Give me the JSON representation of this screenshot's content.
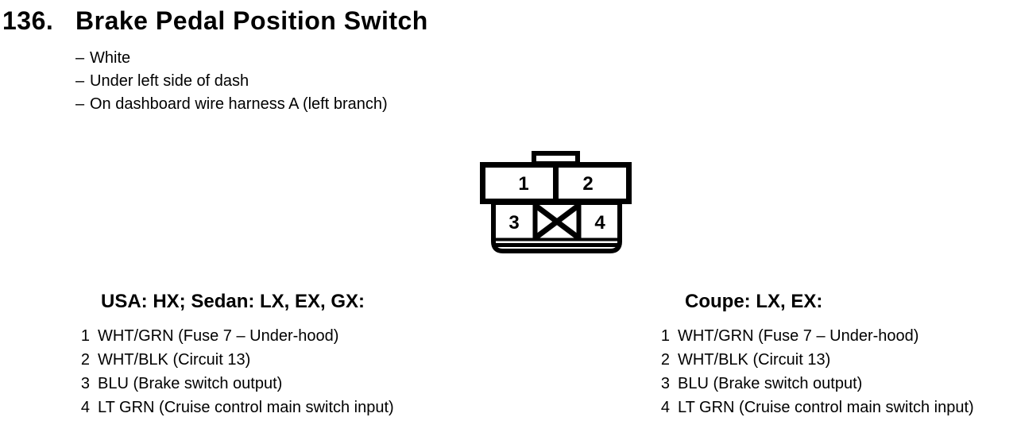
{
  "colors": {
    "ink": "#000000",
    "paper": "#ffffff"
  },
  "section": {
    "number": "136.",
    "title": "Brake Pedal Position Switch",
    "bullet_dash": "–",
    "notes": [
      "White",
      "Under left side of dash",
      "On dashboard wire harness A (left branch)"
    ]
  },
  "connector": {
    "pins": [
      "1",
      "2",
      "3",
      "4"
    ]
  },
  "pinouts": [
    {
      "header": "USA: HX; Sedan: LX, EX, GX:",
      "rows": [
        {
          "pin": "1",
          "desc": "WHT/GRN (Fuse 7 – Under-hood)"
        },
        {
          "pin": "2",
          "desc": "WHT/BLK (Circuit 13)"
        },
        {
          "pin": "3",
          "desc": "BLU (Brake switch output)"
        },
        {
          "pin": "4",
          "desc": "LT GRN (Cruise control main switch input)"
        }
      ]
    },
    {
      "header": "Coupe: LX, EX:",
      "rows": [
        {
          "pin": "1",
          "desc": "WHT/GRN (Fuse 7 – Under-hood)"
        },
        {
          "pin": "2",
          "desc": "WHT/BLK (Circuit 13)"
        },
        {
          "pin": "3",
          "desc": "BLU (Brake switch output)"
        },
        {
          "pin": "4",
          "desc": "LT GRN (Cruise control main switch input)"
        }
      ]
    }
  ]
}
